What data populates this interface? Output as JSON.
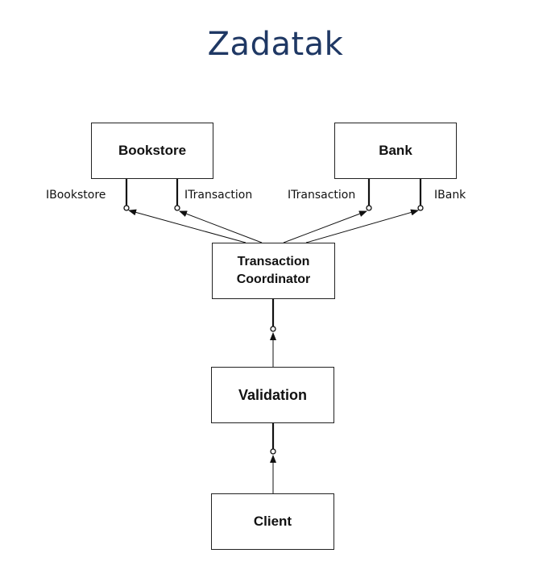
{
  "title": "Zadatak",
  "components": {
    "bookstore": "Bookstore",
    "bank": "Bank",
    "coordinator": "Transaction Coordinator",
    "validation": "Validation",
    "client": "Client"
  },
  "interfaces": {
    "ibookstore": "IBookstore",
    "bookstore_itransaction": "ITransaction",
    "bank_itransaction": "ITransaction",
    "ibank": "IBank"
  }
}
